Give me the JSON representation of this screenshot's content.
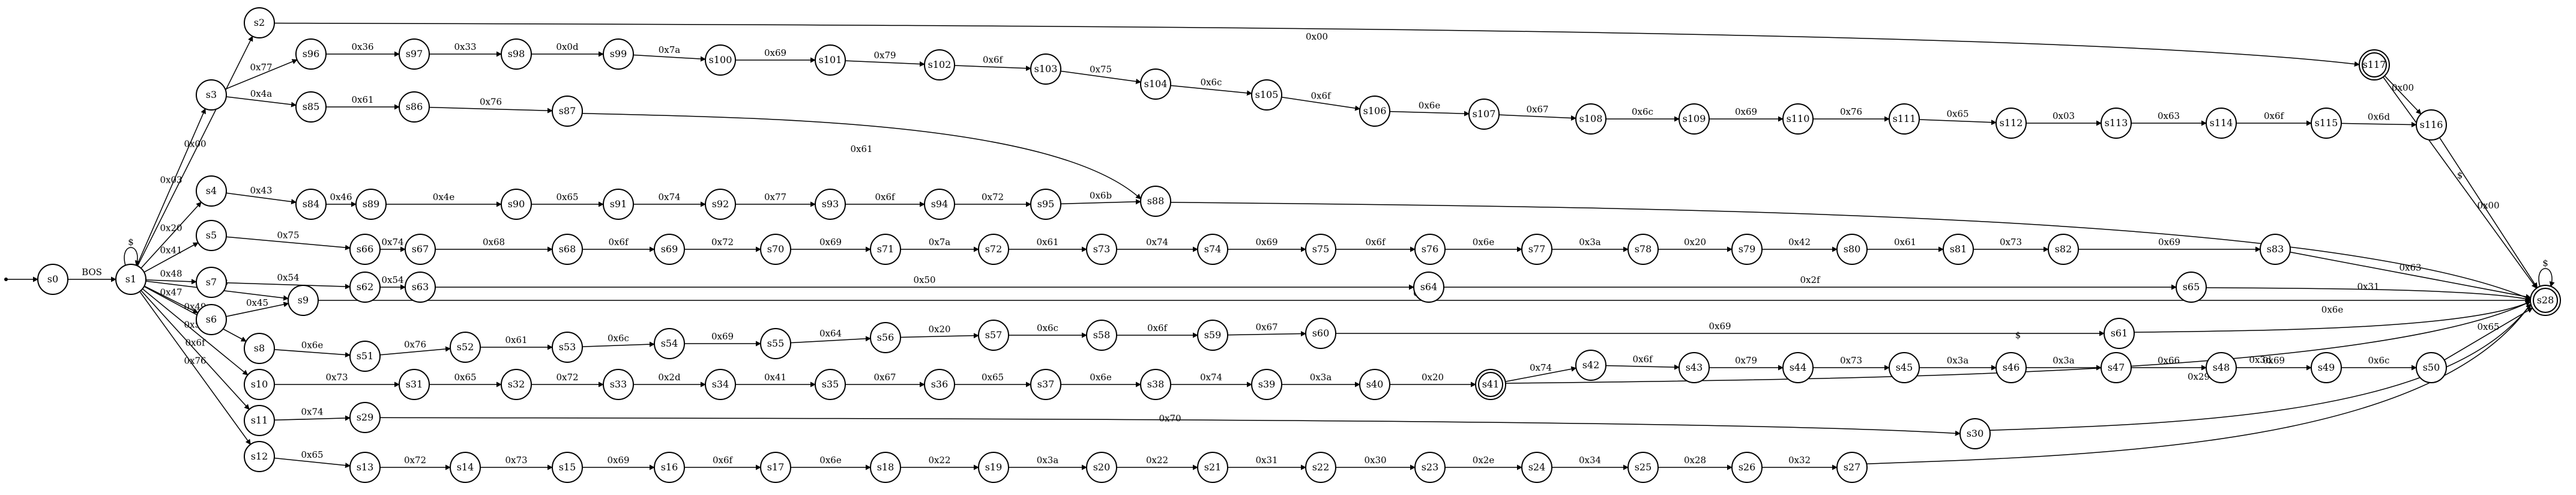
{
  "diagram": {
    "start_state": "s0",
    "accepting_states": [
      "s28",
      "s41",
      "s117"
    ],
    "states": [
      "s0",
      "s1",
      "s2",
      "s3",
      "s4",
      "s5",
      "s6",
      "s7",
      "s8",
      "s9",
      "s10",
      "s11",
      "s12",
      "s13",
      "s14",
      "s15",
      "s16",
      "s17",
      "s18",
      "s19",
      "s20",
      "s21",
      "s22",
      "s23",
      "s24",
      "s25",
      "s26",
      "s27",
      "s28",
      "s29",
      "s30",
      "s31",
      "s32",
      "s33",
      "s34",
      "s35",
      "s36",
      "s37",
      "s38",
      "s39",
      "s40",
      "s41",
      "s42",
      "s43",
      "s44",
      "s45",
      "s46",
      "s47",
      "s48",
      "s49",
      "s50",
      "s51",
      "s52",
      "s53",
      "s54",
      "s55",
      "s56",
      "s57",
      "s58",
      "s59",
      "s60",
      "s61",
      "s62",
      "s63",
      "s64",
      "s65",
      "s66",
      "s67",
      "s68",
      "s69",
      "s70",
      "s71",
      "s72",
      "s73",
      "s74",
      "s75",
      "s76",
      "s77",
      "s78",
      "s79",
      "s80",
      "s81",
      "s82",
      "s83",
      "s84",
      "s85",
      "s86",
      "s87",
      "s88",
      "s89",
      "s90",
      "s91",
      "s92",
      "s93",
      "s94",
      "s95",
      "s96",
      "s97",
      "s98",
      "s99",
      "s100",
      "s101",
      "s102",
      "s103",
      "s104",
      "s105",
      "s106",
      "s107",
      "s108",
      "s109",
      "s110",
      "s111",
      "s112",
      "s113",
      "s114",
      "s115",
      "s116",
      "s117"
    ],
    "transitions": [
      {
        "from": "s0",
        "to": "s1",
        "label": "BOS"
      },
      {
        "from": "s1",
        "to": "s1",
        "label": "$"
      },
      {
        "from": "s1",
        "to": "s2",
        "label": "0x00"
      },
      {
        "from": "s1",
        "to": "s3",
        "label": "0x03"
      },
      {
        "from": "s1",
        "to": "s4",
        "label": "0x20"
      },
      {
        "from": "s1",
        "to": "s5",
        "label": "0x41"
      },
      {
        "from": "s1",
        "to": "s7",
        "label": "0x48"
      },
      {
        "from": "s1",
        "to": "s9",
        "label": "0x53"
      },
      {
        "from": "s1",
        "to": "s6",
        "label": "0x47"
      },
      {
        "from": "s1",
        "to": "s8",
        "label": "0x49"
      },
      {
        "from": "s1",
        "to": "s10",
        "label": "0x55"
      },
      {
        "from": "s1",
        "to": "s11",
        "label": "0x6f"
      },
      {
        "from": "s1",
        "to": "s12",
        "label": "0x76"
      },
      {
        "from": "s2",
        "to": "s117",
        "label": "0x00"
      },
      {
        "from": "s3",
        "to": "s96",
        "label": "0x77"
      },
      {
        "from": "s3",
        "to": "s85",
        "label": "0x4a"
      },
      {
        "from": "s4",
        "to": "s84",
        "label": "0x43"
      },
      {
        "from": "s5",
        "to": "s66",
        "label": "0x75"
      },
      {
        "from": "s7",
        "to": "s62",
        "label": "0x54"
      },
      {
        "from": "s6",
        "to": "s9",
        "label": "0x45"
      },
      {
        "from": "s9",
        "to": "s28",
        "label": "0x54"
      },
      {
        "from": "s8",
        "to": "s51",
        "label": "0x6e"
      },
      {
        "from": "s10",
        "to": "s31",
        "label": "0x73"
      },
      {
        "from": "s11",
        "to": "s29",
        "label": "0x74"
      },
      {
        "from": "s12",
        "to": "s13",
        "label": "0x65"
      },
      {
        "from": "s96",
        "to": "s97",
        "label": "0x36"
      },
      {
        "from": "s97",
        "to": "s98",
        "label": "0x33"
      },
      {
        "from": "s98",
        "to": "s99",
        "label": "0x0d"
      },
      {
        "from": "s99",
        "to": "s100",
        "label": "0x7a"
      },
      {
        "from": "s100",
        "to": "s101",
        "label": "0x69"
      },
      {
        "from": "s101",
        "to": "s102",
        "label": "0x79"
      },
      {
        "from": "s102",
        "to": "s103",
        "label": "0x6f"
      },
      {
        "from": "s103",
        "to": "s104",
        "label": "0x75"
      },
      {
        "from": "s104",
        "to": "s105",
        "label": "0x6c"
      },
      {
        "from": "s105",
        "to": "s106",
        "label": "0x6f"
      },
      {
        "from": "s106",
        "to": "s107",
        "label": "0x6e"
      },
      {
        "from": "s107",
        "to": "s108",
        "label": "0x67"
      },
      {
        "from": "s108",
        "to": "s109",
        "label": "0x6c"
      },
      {
        "from": "s109",
        "to": "s110",
        "label": "0x69"
      },
      {
        "from": "s110",
        "to": "s111",
        "label": "0x76"
      },
      {
        "from": "s111",
        "to": "s112",
        "label": "0x65"
      },
      {
        "from": "s112",
        "to": "s113",
        "label": "0x03"
      },
      {
        "from": "s113",
        "to": "s114",
        "label": "0x63"
      },
      {
        "from": "s114",
        "to": "s115",
        "label": "0x6f"
      },
      {
        "from": "s115",
        "to": "s116",
        "label": "0x6d"
      },
      {
        "from": "s116",
        "to": "s28",
        "label": "0x00"
      },
      {
        "from": "s117",
        "to": "s116",
        "label": "0x00"
      },
      {
        "from": "s117",
        "to": "s28",
        "label": "$"
      },
      {
        "from": "s85",
        "to": "s86",
        "label": "0x61"
      },
      {
        "from": "s86",
        "to": "s87",
        "label": "0x76"
      },
      {
        "from": "s87",
        "to": "s88",
        "label": "0x61"
      },
      {
        "from": "s84",
        "to": "s89",
        "label": "0x46"
      },
      {
        "from": "s89",
        "to": "s90",
        "label": "0x4e"
      },
      {
        "from": "s90",
        "to": "s91",
        "label": "0x65"
      },
      {
        "from": "s91",
        "to": "s92",
        "label": "0x74"
      },
      {
        "from": "s92",
        "to": "s93",
        "label": "0x77"
      },
      {
        "from": "s93",
        "to": "s94",
        "label": "0x6f"
      },
      {
        "from": "s94",
        "to": "s95",
        "label": "0x72"
      },
      {
        "from": "s95",
        "to": "s88",
        "label": "0x6b"
      },
      {
        "from": "s88",
        "to": "s28",
        "label": "0x2f"
      },
      {
        "from": "s66",
        "to": "s67",
        "label": "0x74"
      },
      {
        "from": "s67",
        "to": "s68",
        "label": "0x68"
      },
      {
        "from": "s68",
        "to": "s69",
        "label": "0x6f"
      },
      {
        "from": "s69",
        "to": "s70",
        "label": "0x72"
      },
      {
        "from": "s70",
        "to": "s71",
        "label": "0x69"
      },
      {
        "from": "s71",
        "to": "s72",
        "label": "0x7a"
      },
      {
        "from": "s72",
        "to": "s73",
        "label": "0x61"
      },
      {
        "from": "s73",
        "to": "s74",
        "label": "0x74"
      },
      {
        "from": "s74",
        "to": "s75",
        "label": "0x69"
      },
      {
        "from": "s75",
        "to": "s76",
        "label": "0x6f"
      },
      {
        "from": "s76",
        "to": "s77",
        "label": "0x6e"
      },
      {
        "from": "s77",
        "to": "s78",
        "label": "0x3a"
      },
      {
        "from": "s78",
        "to": "s79",
        "label": "0x20"
      },
      {
        "from": "s79",
        "to": "s80",
        "label": "0x42"
      },
      {
        "from": "s80",
        "to": "s81",
        "label": "0x61"
      },
      {
        "from": "s81",
        "to": "s82",
        "label": "0x73"
      },
      {
        "from": "s82",
        "to": "s83",
        "label": "0x69"
      },
      {
        "from": "s83",
        "to": "s28",
        "label": "0x63"
      },
      {
        "from": "s62",
        "to": "s63",
        "label": "0x54"
      },
      {
        "from": "s63",
        "to": "s64",
        "label": "0x50"
      },
      {
        "from": "s64",
        "to": "s65",
        "label": "0x2f"
      },
      {
        "from": "s65",
        "to": "s28",
        "label": "0x31"
      },
      {
        "from": "s51",
        "to": "s52",
        "label": "0x76"
      },
      {
        "from": "s52",
        "to": "s53",
        "label": "0x61"
      },
      {
        "from": "s53",
        "to": "s54",
        "label": "0x6c"
      },
      {
        "from": "s54",
        "to": "s55",
        "label": "0x69"
      },
      {
        "from": "s55",
        "to": "s56",
        "label": "0x64"
      },
      {
        "from": "s56",
        "to": "s57",
        "label": "0x20"
      },
      {
        "from": "s57",
        "to": "s58",
        "label": "0x6c"
      },
      {
        "from": "s58",
        "to": "s59",
        "label": "0x6f"
      },
      {
        "from": "s59",
        "to": "s60",
        "label": "0x67"
      },
      {
        "from": "s60",
        "to": "s61",
        "label": "0x69"
      },
      {
        "from": "s61",
        "to": "s28",
        "label": "0x6e"
      },
      {
        "from": "s31",
        "to": "s32",
        "label": "0x65"
      },
      {
        "from": "s32",
        "to": "s33",
        "label": "0x72"
      },
      {
        "from": "s33",
        "to": "s34",
        "label": "0x2d"
      },
      {
        "from": "s34",
        "to": "s35",
        "label": "0x41"
      },
      {
        "from": "s35",
        "to": "s36",
        "label": "0x67"
      },
      {
        "from": "s36",
        "to": "s37",
        "label": "0x65"
      },
      {
        "from": "s37",
        "to": "s38",
        "label": "0x6e"
      },
      {
        "from": "s38",
        "to": "s39",
        "label": "0x74"
      },
      {
        "from": "s39",
        "to": "s40",
        "label": "0x3a"
      },
      {
        "from": "s40",
        "to": "s41",
        "label": "0x20"
      },
      {
        "from": "s41",
        "to": "s42",
        "label": "0x74"
      },
      {
        "from": "s41",
        "to": "s28",
        "label": "$"
      },
      {
        "from": "s42",
        "to": "s43",
        "label": "0x6f"
      },
      {
        "from": "s43",
        "to": "s44",
        "label": "0x79"
      },
      {
        "from": "s44",
        "to": "s45",
        "label": "0x73"
      },
      {
        "from": "s45",
        "to": "s46",
        "label": "0x3a"
      },
      {
        "from": "s46",
        "to": "s47",
        "label": "0x3a"
      },
      {
        "from": "s47",
        "to": "s48",
        "label": "0x66"
      },
      {
        "from": "s48",
        "to": "s49",
        "label": "0x69"
      },
      {
        "from": "s49",
        "to": "s50",
        "label": "0x6c"
      },
      {
        "from": "s50",
        "to": "s28",
        "label": "0x65"
      },
      {
        "from": "s29",
        "to": "s30",
        "label": "0x70"
      },
      {
        "from": "s30",
        "to": "s28",
        "label": "0x3d"
      },
      {
        "from": "s13",
        "to": "s14",
        "label": "0x72"
      },
      {
        "from": "s14",
        "to": "s15",
        "label": "0x73"
      },
      {
        "from": "s15",
        "to": "s16",
        "label": "0x69"
      },
      {
        "from": "s16",
        "to": "s17",
        "label": "0x6f"
      },
      {
        "from": "s17",
        "to": "s18",
        "label": "0x6e"
      },
      {
        "from": "s18",
        "to": "s19",
        "label": "0x22"
      },
      {
        "from": "s19",
        "to": "s20",
        "label": "0x3a"
      },
      {
        "from": "s20",
        "to": "s21",
        "label": "0x22"
      },
      {
        "from": "s21",
        "to": "s22",
        "label": "0x31"
      },
      {
        "from": "s22",
        "to": "s23",
        "label": "0x30"
      },
      {
        "from": "s23",
        "to": "s24",
        "label": "0x2e"
      },
      {
        "from": "s24",
        "to": "s25",
        "label": "0x34"
      },
      {
        "from": "s25",
        "to": "s26",
        "label": "0x28"
      },
      {
        "from": "s26",
        "to": "s27",
        "label": "0x32"
      },
      {
        "from": "s27",
        "to": "s28",
        "label": "0x29"
      },
      {
        "from": "s28",
        "to": "s28",
        "label": "$"
      }
    ]
  }
}
